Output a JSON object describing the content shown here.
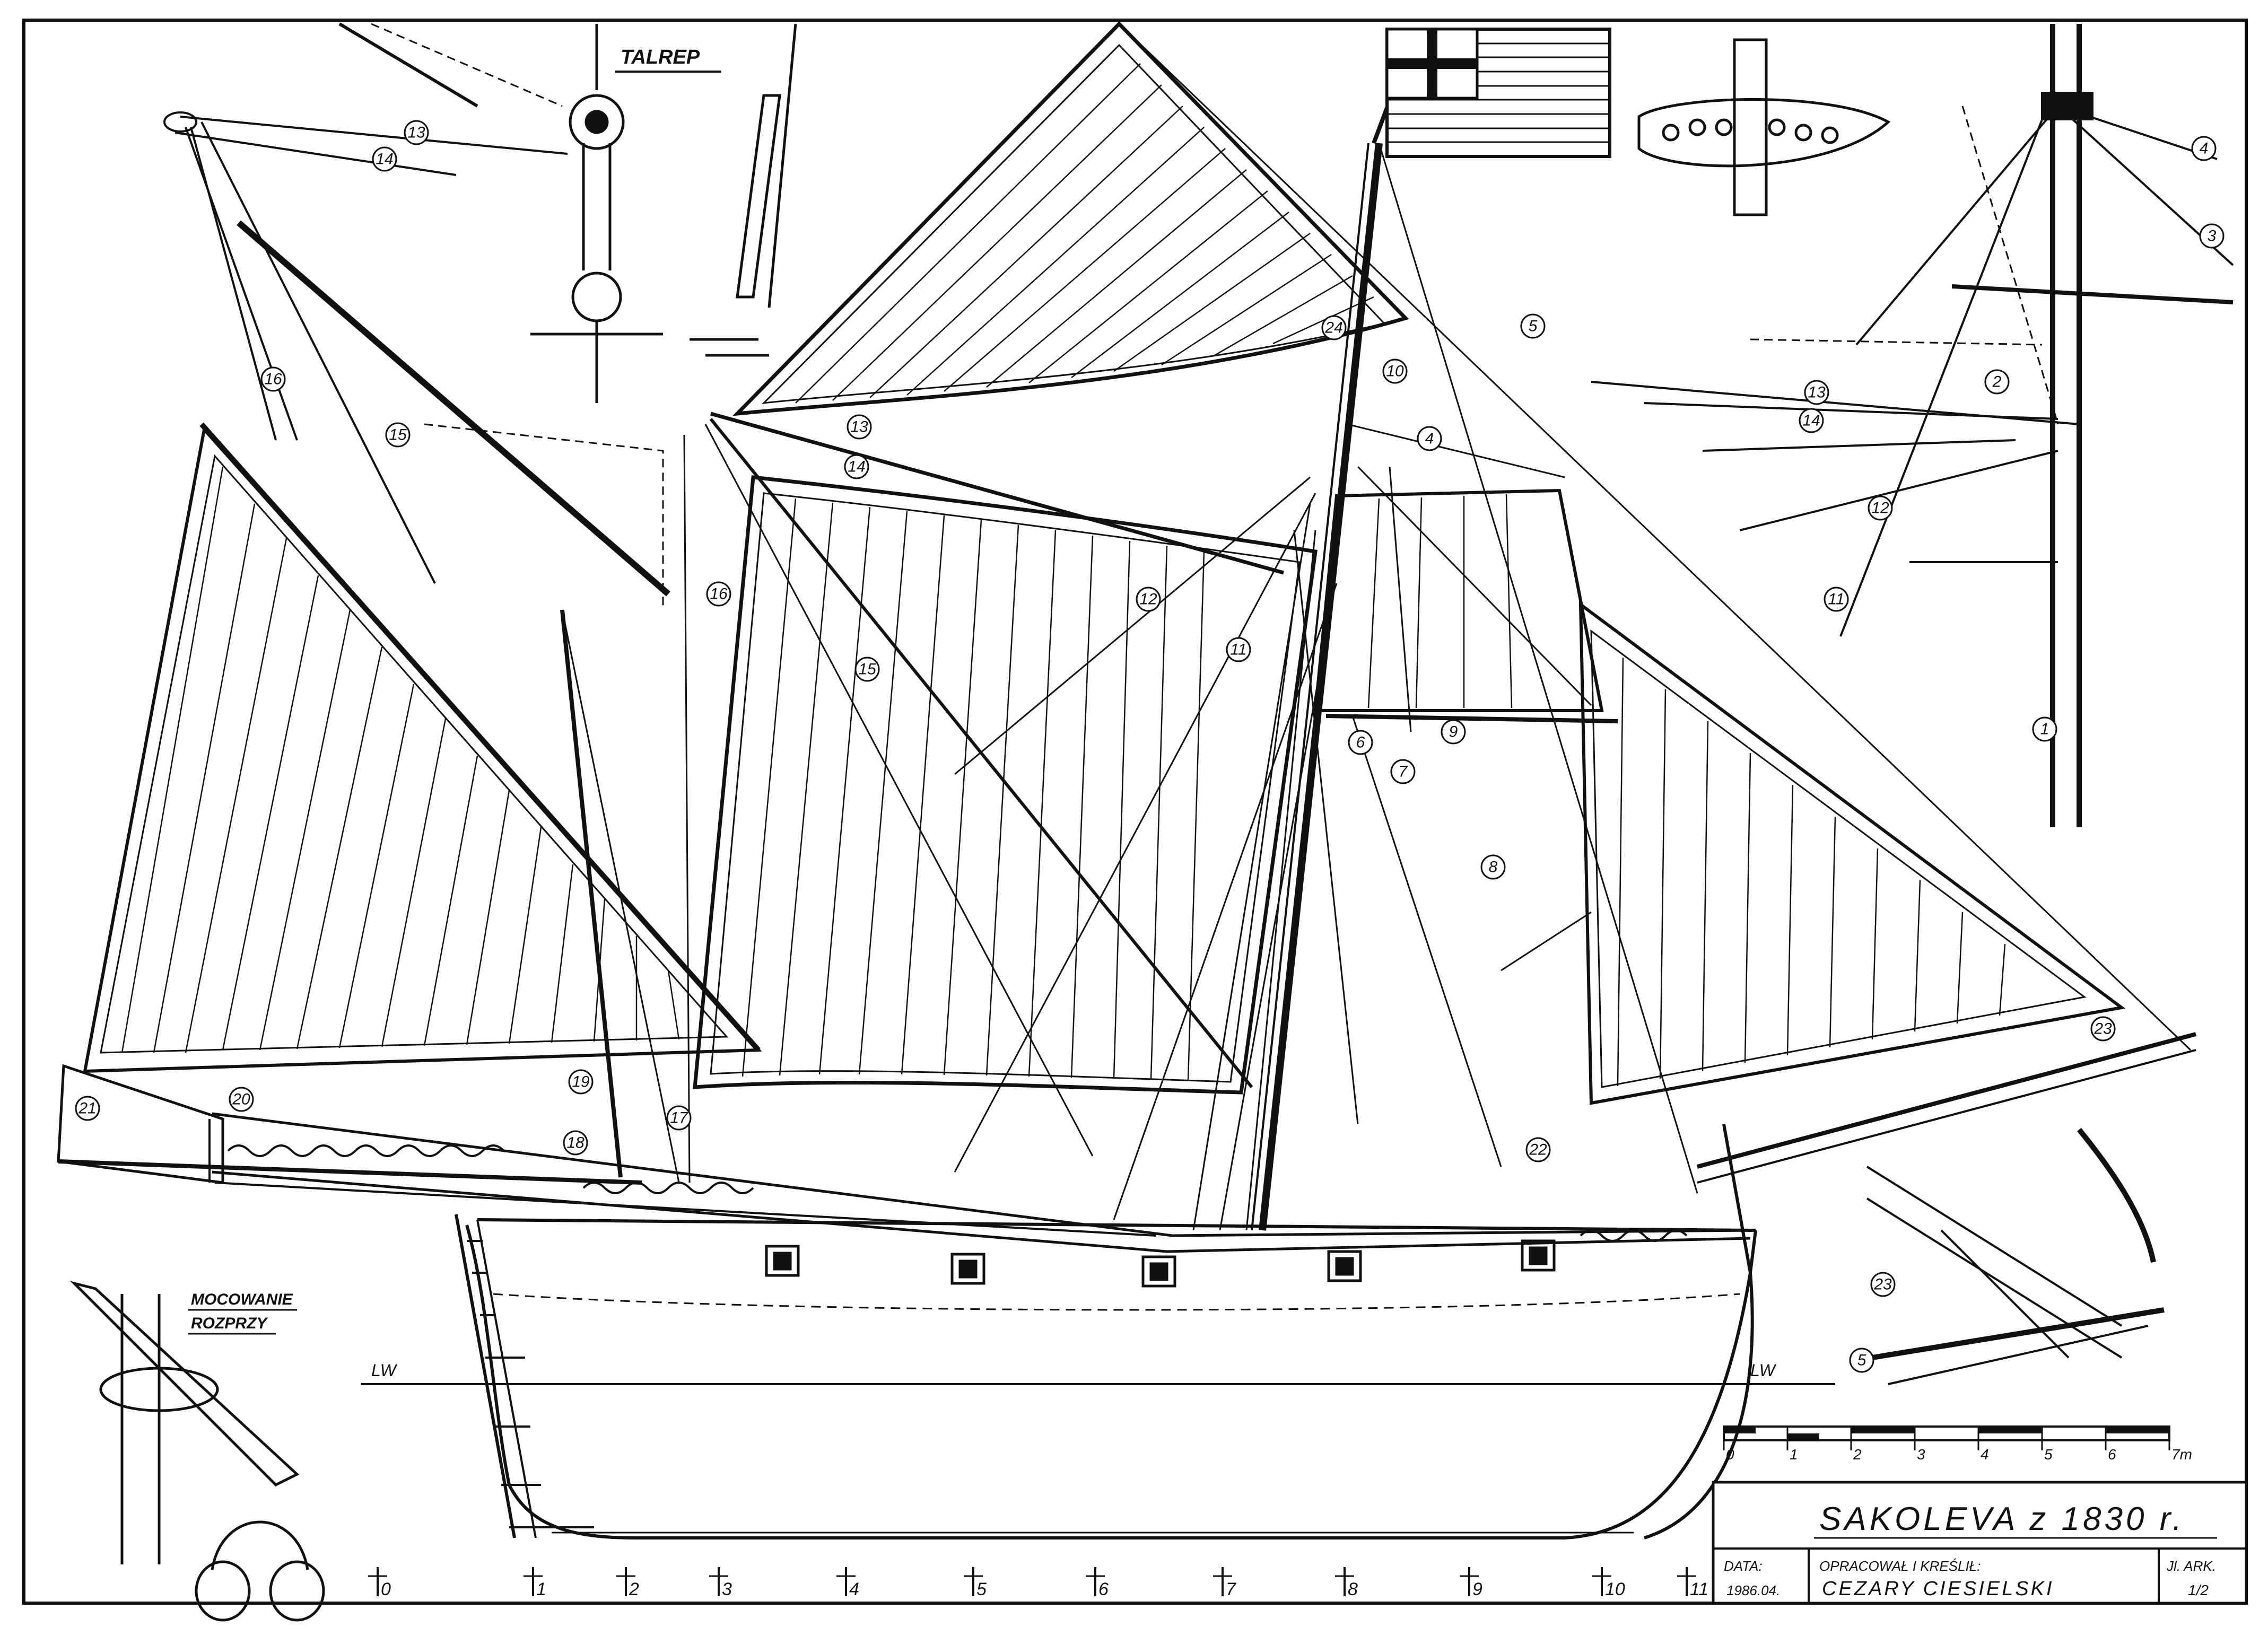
{
  "title_block": {
    "title": "SAKOLEVA  z 1830 r.",
    "date_label": "DATA:",
    "date_value": "1986.04.",
    "author_label": "OPRACOWAŁ I KREŚLIŁ:",
    "author_value": "CEZARY  CIESIELSKI",
    "sheet_label": "Jl. ARK.",
    "sheet_value": "1/2"
  },
  "detail_labels": {
    "talrep": "TALREP",
    "mocowanie_line1": "MOCOWANIE",
    "mocowanie_line2": "ROZPRZY"
  },
  "waterline": {
    "left": "LW",
    "right": "LW"
  },
  "frame_stations": [
    "0",
    "1",
    "2",
    "3",
    "4",
    "5",
    "6",
    "7",
    "8",
    "9",
    "10",
    "11"
  ],
  "scale_bar": {
    "ticks": [
      "0",
      "1",
      "2",
      "3",
      "4",
      "5",
      "6",
      "7m"
    ]
  },
  "rigging_numbers": {
    "main_13": "13",
    "main_14": "14",
    "main_16": "16",
    "main_15": "15",
    "main_12": "12",
    "main_11": "11",
    "main_24": "24",
    "main_10": "10",
    "main_4": "4",
    "main_5": "5",
    "main_6": "6",
    "main_7": "7",
    "main_8": "8",
    "main_9": "9",
    "main_17": "17",
    "main_18": "18",
    "main_19": "19",
    "main_20": "20",
    "main_21": "21",
    "main_22": "22",
    "main_23": "23",
    "tl_13": "13",
    "tl_14": "14",
    "tl_16": "16",
    "tl_15": "15",
    "tr_4": "4",
    "tr_3": "3",
    "tr_2": "2",
    "tr_1": "1",
    "tr_13": "13",
    "tr_14": "14",
    "tr_12": "12",
    "tr_11": "11",
    "br_23": "23",
    "br_5": "5"
  }
}
